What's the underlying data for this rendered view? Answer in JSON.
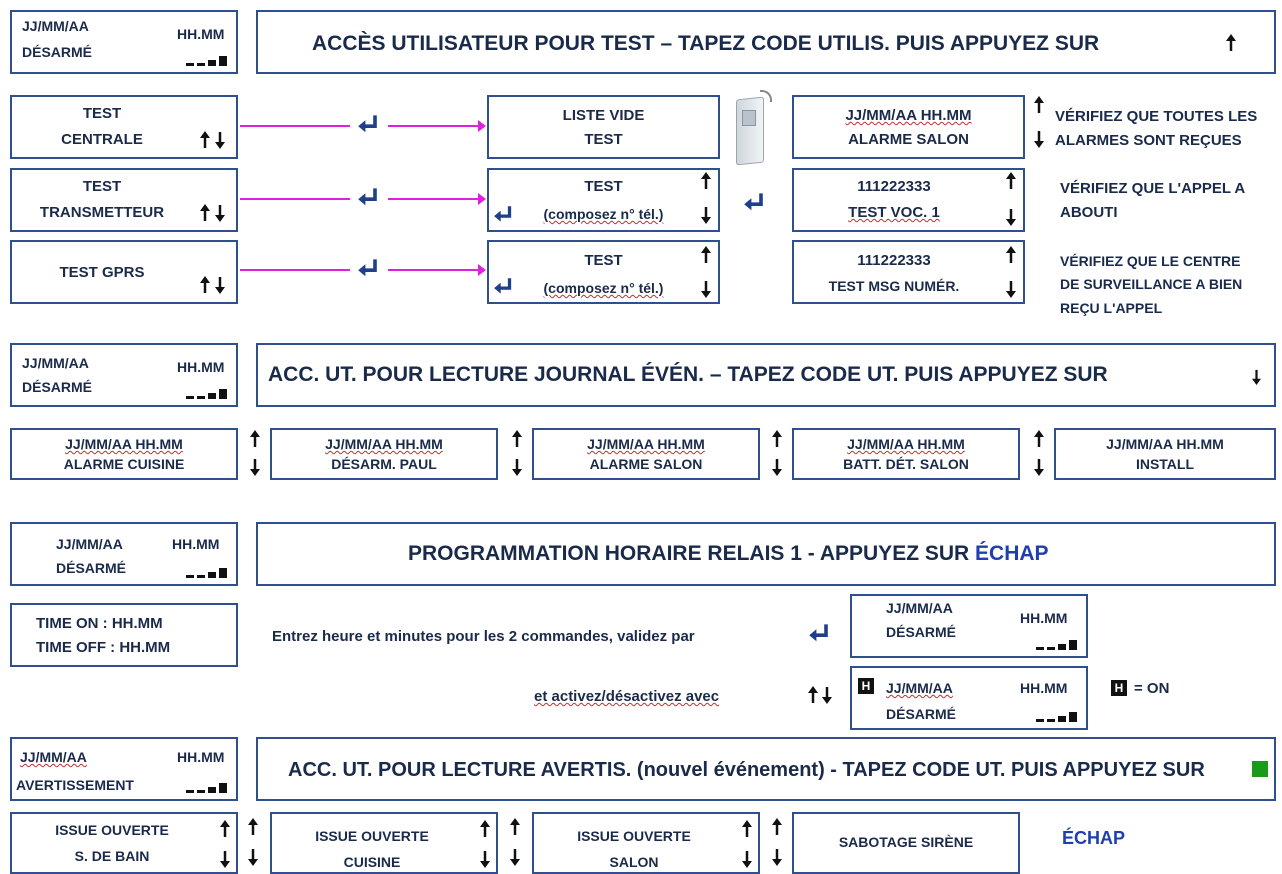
{
  "lcd": {
    "date": "JJ/MM/AA",
    "time": "HH.MM",
    "disarmed": "DÉSARMÉ",
    "warning": "AVERTISSEMENT"
  },
  "section1": {
    "banner": "ACCÈS UTILISATEUR POUR TEST – TAPEZ CODE UTILIS. PUIS APPUYEZ SUR",
    "rows": [
      {
        "label1": "TEST",
        "label2": "CENTRALE"
      },
      {
        "label1": "TEST",
        "label2": "TRANSMETTEUR"
      },
      {
        "label1": "TEST GPRS",
        "label2": ""
      }
    ],
    "middle": [
      {
        "line1": "LISTE VIDE",
        "line2": "TEST"
      },
      {
        "line1": "TEST",
        "line2": "(composez n° tél.)"
      },
      {
        "line1": "TEST",
        "line2": "(composez n° tél.)"
      }
    ],
    "right": [
      {
        "line1": "JJ/MM/AA   HH.MM",
        "line2": "ALARME SALON"
      },
      {
        "line1": "111222333",
        "line2": "TEST VOC. 1"
      },
      {
        "line1": "111222333",
        "line2": "TEST MSG NUMÉR."
      }
    ],
    "notes": [
      {
        "line1": "VÉRIFIEZ QUE TOUTES LES",
        "line2": "ALARMES SONT REÇUES"
      },
      {
        "line1": "VÉRIFIEZ QUE L'APPEL A",
        "line2": "ABOUTI"
      },
      {
        "line1": "VÉRIFIEZ  QUE LE CENTRE",
        "line2": "DE SURVEILLANCE  A BIEN",
        "line3": "REÇU L'APPEL"
      }
    ]
  },
  "section2": {
    "banner": "ACC. UT. POUR LECTURE JOURNAL ÉVÉN. – TAPEZ CODE UT.  PUIS APPUYEZ SUR",
    "events": [
      {
        "line1": "JJ/MM/AA   HH.MM",
        "line2": "ALARME CUISINE"
      },
      {
        "line1": "JJ/MM/AA   HH.MM",
        "line2": "DÉSARM. PAUL"
      },
      {
        "line1": "JJ/MM/AA   HH.MM",
        "line2": "ALARME SALON"
      },
      {
        "line1": "JJ/MM/AA   HH.MM",
        "line2": "BATT. DÉT. SALON"
      },
      {
        "line1": "JJ/MM/AA    HH.MM",
        "line2": "INSTALL"
      }
    ]
  },
  "section3": {
    "banner_main": "PROGRAMMATION HORAIRE RELAIS 1 - APPUYEZ SUR",
    "banner_key": "ÉCHAP",
    "time_on": "TIME  ON  : HH.MM",
    "time_off": "TIME OFF : HH.MM",
    "instr1": "Entrez heure et minutes pour les 2 commandes, validez par",
    "instr2": "et activez/désactivez avec",
    "h_badge": "H",
    "on_legend": "= ON"
  },
  "section4": {
    "banner": "ACC. UT. POUR LECTURE AVERTIS. (nouvel événement)  - TAPEZ CODE UT. PUIS APPUYEZ SUR",
    "items": [
      {
        "line1": "ISSUE OUVERTE",
        "line2": "S. DE BAIN"
      },
      {
        "line1": "ISSUE OUVERTE",
        "line2": "CUISINE"
      },
      {
        "line1": "ISSUE OUVERTE",
        "line2": "SALON"
      },
      {
        "line1": "SABOTAGE SIRÈNE",
        "line2": ""
      }
    ],
    "escape": "ÉCHAP"
  },
  "colors": {
    "border": "#2f4f8f",
    "magenta": "#e020e0",
    "green": "#1a9a1a",
    "blue_text": "#1f3fb0"
  },
  "icons": [
    "up-arrow-icon",
    "down-arrow-icon",
    "enter-arrow-icon",
    "signal-bars-icon",
    "detector-device-icon",
    "green-square-icon"
  ]
}
